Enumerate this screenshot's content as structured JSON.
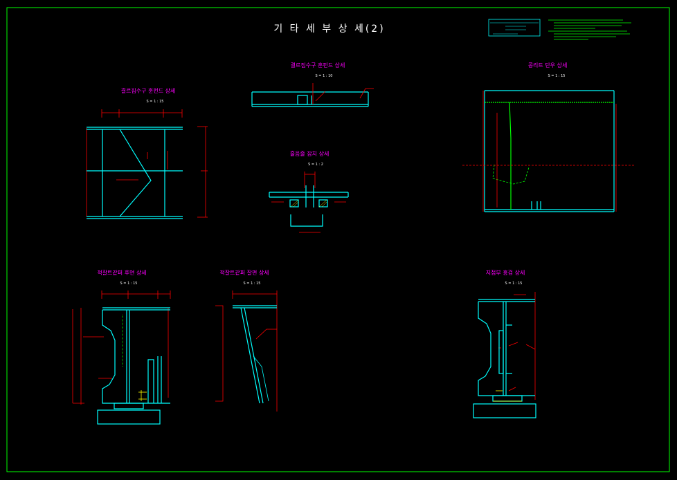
{
  "sheet": {
    "title": "기 타 세 부 상 세(2)"
  },
  "details": {
    "joint_rc_top": {
      "title": "결르짐수구 훈펀드 상세",
      "scale": "S = 1 : 10"
    },
    "joint_rc_plan": {
      "title": "결르짐수구 훈펀드 상세",
      "scale": "S = 1 : 15"
    },
    "drain_pipe": {
      "title": "흘음줄 잡치 상세",
      "scale": "S = 1 : 2"
    },
    "concrete_wing": {
      "title": "콩리트 탄우 상세",
      "scale": "S = 1 : 15"
    },
    "abutment_front": {
      "title": "적잘트같퍼 후면 상세",
      "scale": "S = 1 : 15"
    },
    "abutment_side": {
      "title": "적잘트같퍼 잘편 상세",
      "scale": "S = 1 : 15"
    },
    "pier_front": {
      "title": "지접부 흥검 상세",
      "scale": "S = 1 : 15"
    }
  },
  "colors": {
    "background": "#000000",
    "frame": "#00ff00",
    "structure": "#00ffff",
    "dimension": "#ff0000",
    "label": "#ff00ff",
    "text": "#ffffff",
    "accent": "#ffff00"
  }
}
